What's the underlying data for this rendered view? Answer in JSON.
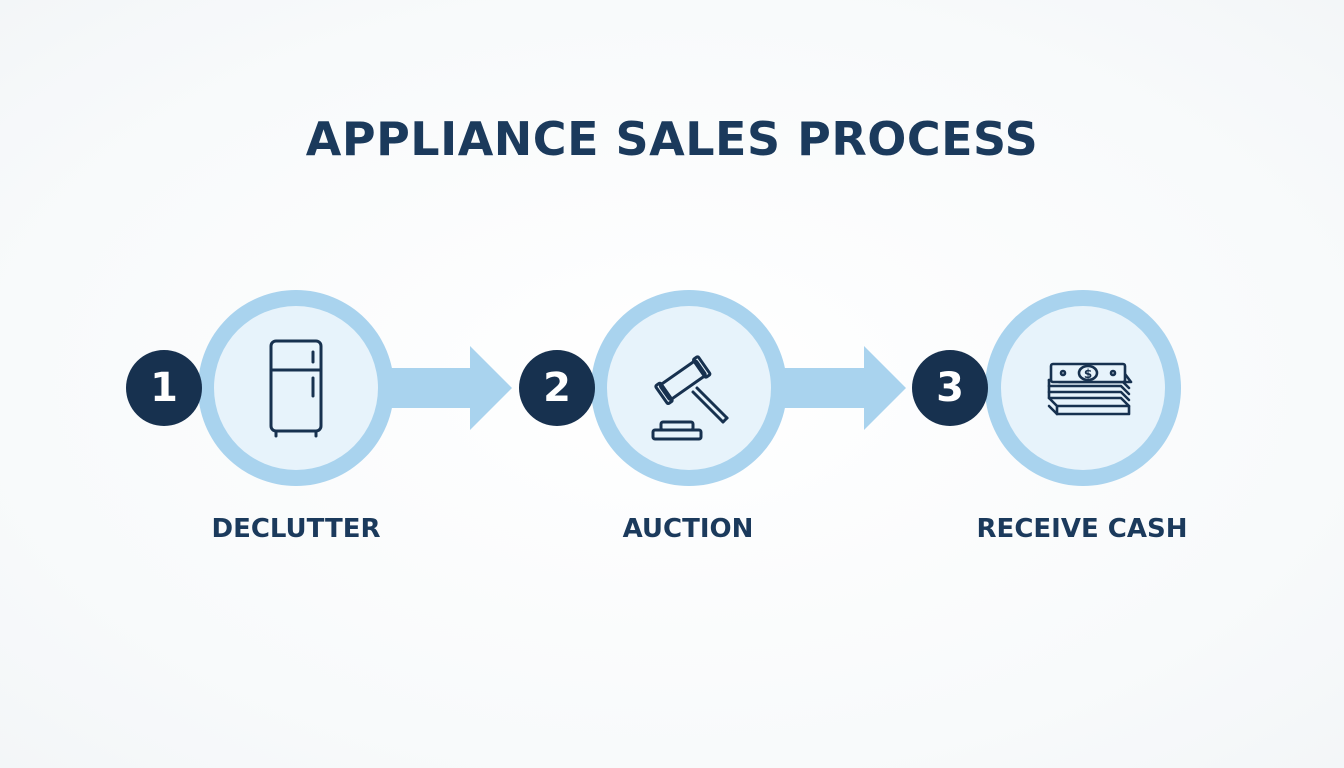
{
  "title": "APPLIANCE SALES PROCESS",
  "colors": {
    "navy": "#17314f",
    "ring": "#a9d3ee",
    "ring_inner": "#e7f3fb",
    "arrow": "#a9d3ee"
  },
  "steps": [
    {
      "number": "1",
      "label": "DECLUTTER",
      "icon": "refrigerator-icon"
    },
    {
      "number": "2",
      "label": "AUCTION",
      "icon": "gavel-icon"
    },
    {
      "number": "3",
      "label": "RECEIVE CASH",
      "icon": "cash-stack-icon"
    }
  ]
}
